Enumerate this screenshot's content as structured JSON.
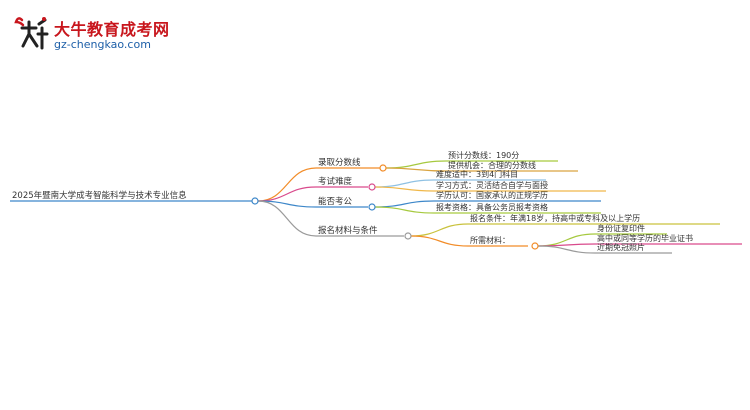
{
  "brand": {
    "name": "大牛教育成考网",
    "url": "gz-chengkao.com",
    "logo_text": "大牛"
  },
  "mindmap": {
    "root": "2025年暨南大学成考智能科学与技术专业信息",
    "branches": [
      {
        "label": "录取分数线",
        "color": "#f28c28",
        "children": [
          {
            "label": "预计分数线：190分",
            "color": "#a6c93f"
          },
          {
            "label": "提供机会：合理的分数线",
            "color": "#d9a441"
          }
        ]
      },
      {
        "label": "考试难度",
        "color": "#d94a8c",
        "children": [
          {
            "label": "难度适中：3到4门科目",
            "color": "#8fc1e3"
          },
          {
            "label": "学习方式：灵活结合自学与面授",
            "color": "#f0b84a"
          }
        ]
      },
      {
        "label": "能否考公",
        "color": "#3d87c9",
        "children": [
          {
            "label": "学历认可：国家承认的正规学历",
            "color": "#3d87c9"
          },
          {
            "label": "报考资格：具备公务员报考资格",
            "color": "#a6c93f"
          }
        ]
      },
      {
        "label": "报名材料与条件",
        "color": "#9a9a9a",
        "children": [
          {
            "label": "报名条件：年满18岁，持高中或专科及以上学历",
            "color": "#c9c23d"
          },
          {
            "label": "所需材料：",
            "color": "#f28c28",
            "children": [
              {
                "label": "身份证复印件",
                "color": "#a6c93f"
              },
              {
                "label": "高中或同等学历的毕业证书",
                "color": "#d94a8c"
              },
              {
                "label": "近期免冠照片",
                "color": "#9a9a9a"
              }
            ]
          }
        ]
      }
    ]
  }
}
